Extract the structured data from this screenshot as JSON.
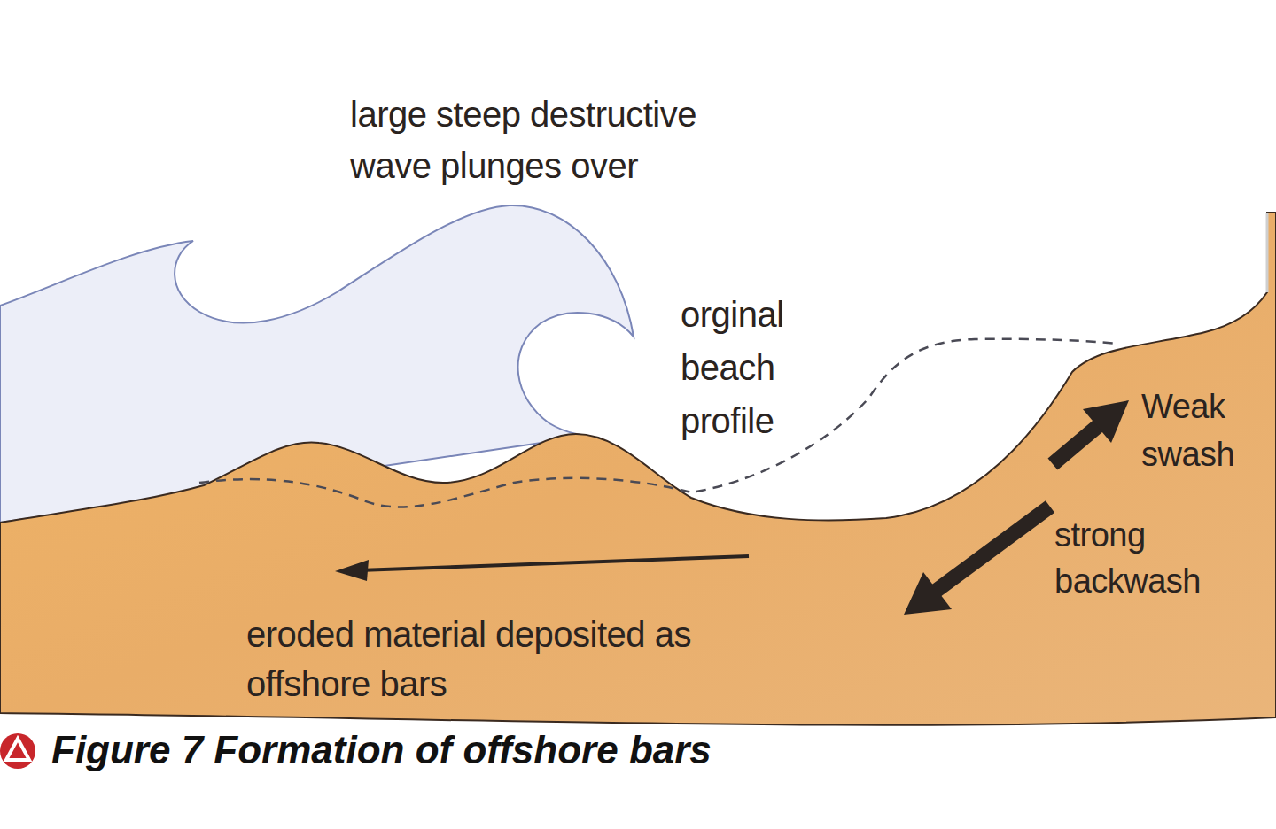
{
  "diagram": {
    "caption": "Figure 7 Formation of offshore bars",
    "labels": [
      "large steep destructive wave plunges over",
      "orginal beach profile",
      "Weak swash",
      "strong backwash",
      "eroded material deposited as offshore bars"
    ]
  }
}
